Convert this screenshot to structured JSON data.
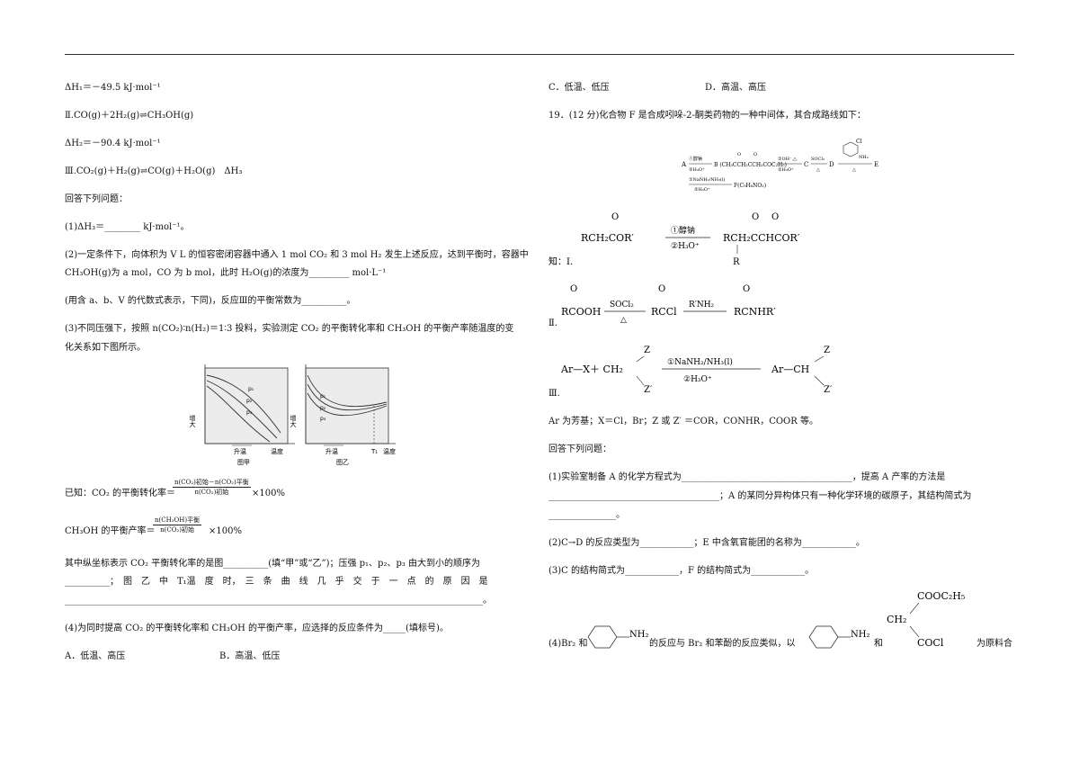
{
  "left": {
    "dh1": "ΔH₁＝－49.5 kJ·mol⁻¹",
    "eq2": "Ⅱ.CO(g)＋2H₂(g)⇌CH₃OH(g)",
    "dh2": "ΔH₂＝－90.4 kJ·mol⁻¹",
    "eq3": "Ⅲ.CO₂(g)＋H₂(g)⇌CO(g)＋H₂O(g)　ΔH₃",
    "answer_prompt": "回答下列问题：",
    "q1": "(1)ΔH₃＝________ kJ·mol⁻¹。",
    "q2_line1": "(2)一定条件下，向体积为 V L 的恒容密闭容器中通入 1 mol CO₂ 和 3 mol H₂ 发生上述反应，达到平衡时，容器中",
    "q2_line2": "CH₃OH(g)为 a mol，CO 为 b mol，此时 H₂O(g)的浓度为_________ mol·L⁻¹",
    "q2_line3": "(用含 a、b、V 的代数式表示，下同)，反应Ⅲ的平衡常数为__________。",
    "q3_line1": "(3)不同压强下，按照 n(CO₂)∶n(H₂)＝1∶3 投料，实验测定 CO₂ 的平衡转化率和 CH₃OH 的平衡产率随温度的变",
    "q3_line2": "化关系如下图所示。",
    "graph_a": {
      "yaxis": "增大",
      "xaxis": "升温",
      "x_end": "温度",
      "caption": "图甲",
      "p1": "p₁",
      "p2": "p₂",
      "p3": "p₃"
    },
    "graph_b": {
      "yaxis": "增大",
      "xaxis": "升温",
      "x_end": "温度",
      "t1": "T₁",
      "caption": "图乙",
      "p1": "p₁",
      "p2": "p₂",
      "p3": "p₃"
    },
    "known1_prefix": "已知：CO₂ 的平衡转化率＝",
    "known1_num": "n(CO₂)初始－n(CO₂)平衡",
    "known1_den": "n(CO₂)初始",
    "known1_suffix": "×100%",
    "known2_prefix": "CH₃OH 的平衡产率＝",
    "known2_num": "n(CH₃OH)平衡",
    "known2_den": "n(CO₂)初始",
    "known2_suffix": "×100%",
    "q3_line3": "其中纵坐标表示 CO₂ 平衡转化率的是图__________(填“甲”或“乙”)；压强 p₁、p₂、p₃ 由大到小的顺序为",
    "q3_line4": "__________；　图　乙　中　T₁温　度　时，　三　条　曲　线　几　乎　交　于　一　点　的　原　因　是",
    "q3_line5": "_____________________________________________________________________________________________。",
    "q4": "(4)为同时提高 CO₂ 的平衡转化率和 CH₃OH 的平衡产率，应选择的反应条件为_____(填标号)。",
    "optA": "A．低温、高压",
    "optB": "B．高温、低压"
  },
  "right": {
    "optC": "C．低温、低压",
    "optD": "D．高温、高压",
    "q19": "19．(12 分)化合物 F 是合成吲哚-2-酮类药物的一种中间体，其合成路线如下：",
    "route": {
      "A": "A",
      "step1_top": "①醇钠",
      "step1_bot": "②H₃O⁺",
      "B": "B (CH₃CCH₂CCH₂COC₂H₅)",
      "step2_top": "①OH⁻,△",
      "step2_bot": "②H₃O⁺",
      "C": "C",
      "soc": "SOCl₂",
      "heat": "△",
      "D": "D",
      "E": "E",
      "cl": "Cl",
      "nh2": "NH₂",
      "step3_top": "①NaNH₂/NH₃(l)",
      "step3_bot": "②H₃O⁺",
      "F": "F(C₉H₈NO₃)"
    },
    "known_label": "知：Ⅰ.",
    "k1": {
      "r1": "RCH₂COR′",
      "top": "①醇钠",
      "bot": "②H₃O⁺",
      "p1": "RCH₂CCHCOR′",
      "r": "R"
    },
    "k2": {
      "label": "Ⅱ.",
      "a": "RCOOH",
      "top1": "SOCl₂",
      "bot1": "△",
      "b": "RCCl",
      "top2": "R′NH₂",
      "c": "RCNHR′"
    },
    "k3": {
      "label": "Ⅲ.",
      "a": "Ar—X＋ CH₂",
      "z": "Z",
      "zp": "Z′",
      "top": "①NaNH₂/NH₃(l)",
      "bot": "②H₃O⁺",
      "b": "Ar—CH"
    },
    "ar_note": "Ar 为芳基；X＝Cl，Br；Z 或 Z′ ＝COR，CONHR，COOR 等。",
    "answer_prompt": "回答下列问题：",
    "q1_line1": "(1)实验室制备 A 的化学方程式为______________________________________，提高 A 产率的方法是",
    "q1_line2": "______________________________________；A 的某同分异构体只有一种化学环境的碳原子，其结构简式为",
    "q1_line3": "_______________。",
    "q2": "(2)C→D 的反应类型为____________；E 中含氧官能团的名称为____________。",
    "q3": "(3)C 的结构简式为____________，F 的结构简式为____________。",
    "q4_a": "(4)Br₂ 和",
    "q4_b": "的反应与 Br₂ 和苯酚的反应类似，以",
    "q4_c": "和",
    "q4_d": "为原料合",
    "nh2": "NH₂",
    "ester_top": "COOC₂H₅",
    "ester_mid": "CH₂",
    "ester_bot": "COCl"
  }
}
